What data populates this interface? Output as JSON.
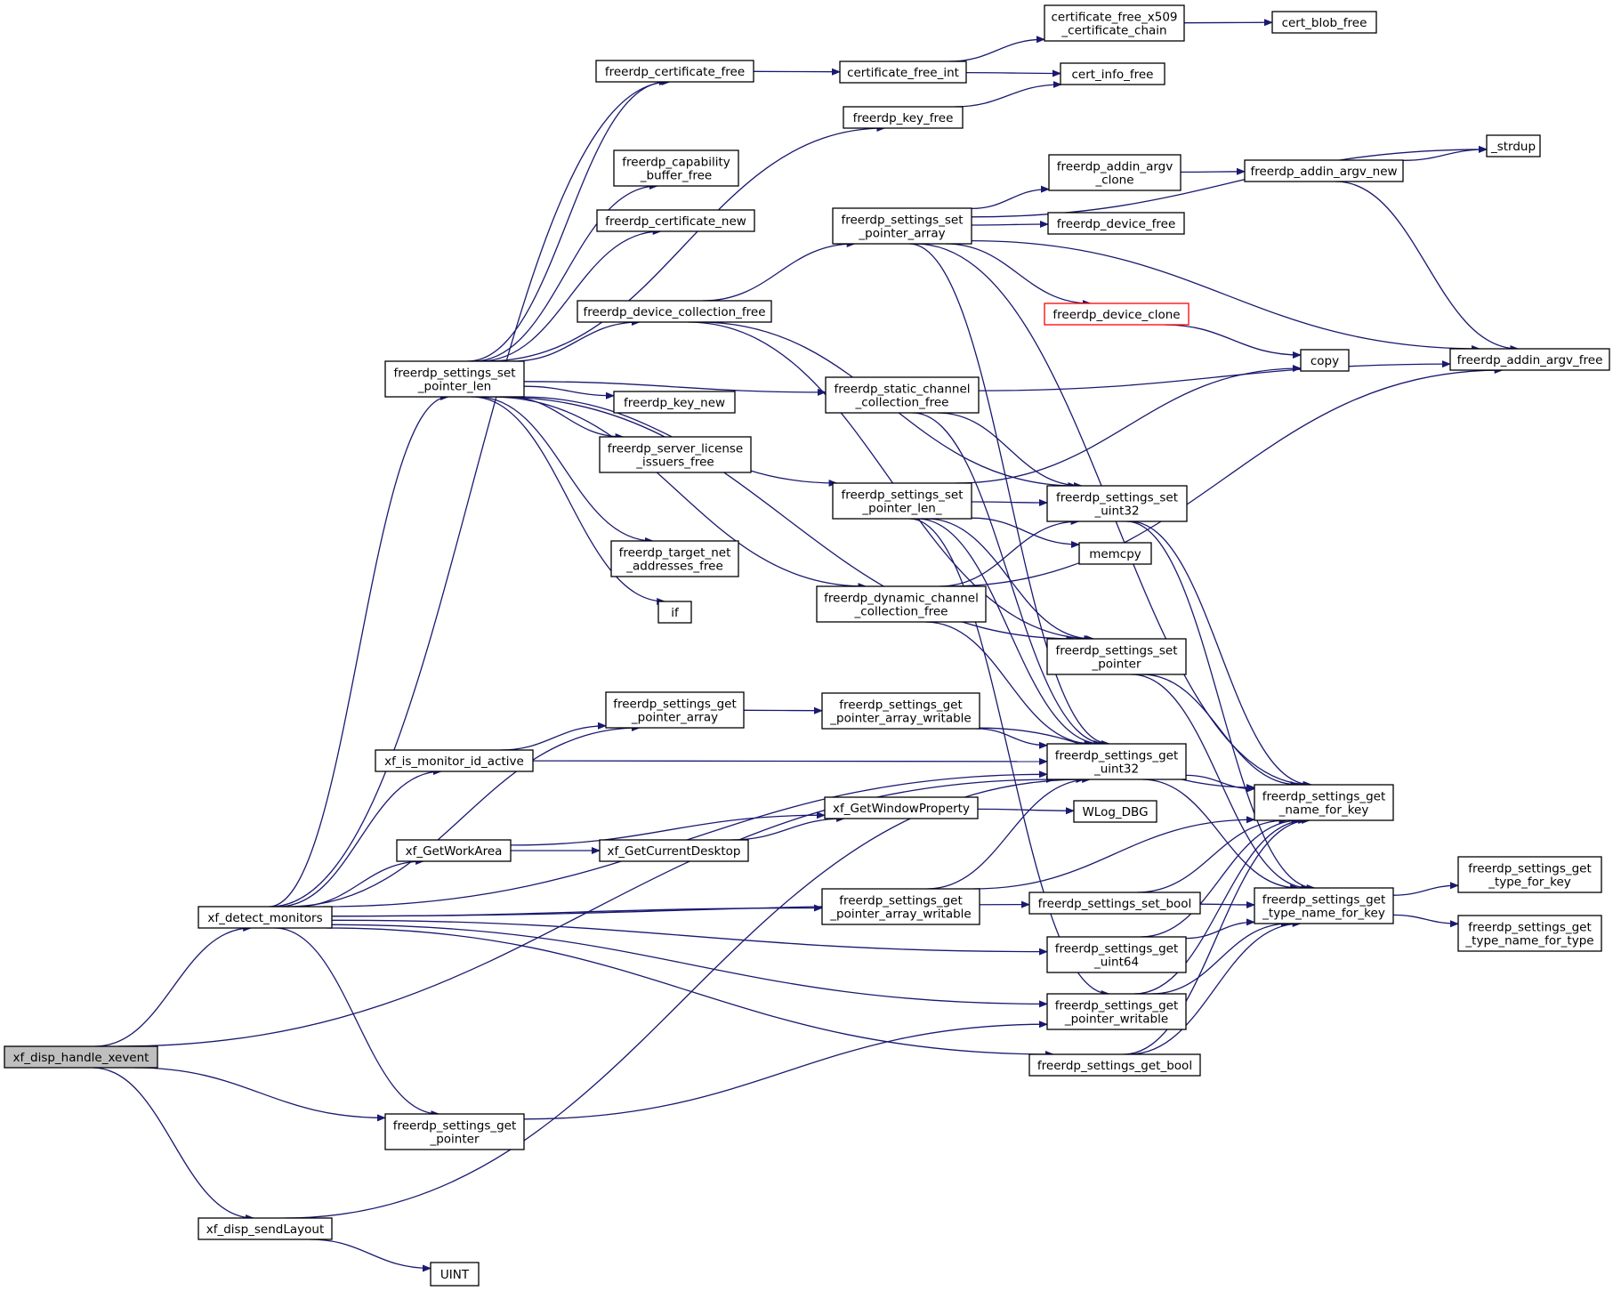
{
  "nodes": [
    {
      "id": "xf_disp_handle_xevent",
      "lines": [
        "xf_disp_handle_xevent"
      ],
      "style": "root"
    },
    {
      "id": "xf_detect_monitors",
      "lines": [
        "xf_detect_monitors"
      ]
    },
    {
      "id": "xf_disp_sendLayout",
      "lines": [
        "xf_disp_sendLayout"
      ]
    },
    {
      "id": "UINT",
      "lines": [
        "UINT"
      ]
    },
    {
      "id": "fs_get_pointer",
      "lines": [
        "freerdp_settings_get",
        "_pointer"
      ]
    },
    {
      "id": "fs_set_pointer_len",
      "lines": [
        "freerdp_settings_set",
        "_pointer_len"
      ]
    },
    {
      "id": "xf_is_monitor_id_active",
      "lines": [
        "xf_is_monitor_id_active"
      ]
    },
    {
      "id": "xf_GetWorkArea",
      "lines": [
        "xf_GetWorkArea"
      ]
    },
    {
      "id": "freerdp_certificate_free",
      "lines": [
        "freerdp_certificate_free"
      ]
    },
    {
      "id": "fs_capability_buffer_free",
      "lines": [
        "freerdp_capability",
        "_buffer_free"
      ]
    },
    {
      "id": "freerdp_certificate_new",
      "lines": [
        "freerdp_certificate_new"
      ]
    },
    {
      "id": "freerdp_device_collection_free",
      "lines": [
        "freerdp_device_collection_free"
      ]
    },
    {
      "id": "freerdp_key_new",
      "lines": [
        "freerdp_key_new"
      ]
    },
    {
      "id": "fs_server_license",
      "lines": [
        "freerdp_server_license",
        "_issuers_free"
      ]
    },
    {
      "id": "fs_target_net",
      "lines": [
        "freerdp_target_net",
        "_addresses_free"
      ]
    },
    {
      "id": "if",
      "lines": [
        "if"
      ]
    },
    {
      "id": "fs_get_pointer_array",
      "lines": [
        "freerdp_settings_get",
        "_pointer_array"
      ]
    },
    {
      "id": "xf_GetCurrentDesktop",
      "lines": [
        "xf_GetCurrentDesktop"
      ]
    },
    {
      "id": "certificate_free_int",
      "lines": [
        "certificate_free_int"
      ]
    },
    {
      "id": "freerdp_key_free",
      "lines": [
        "freerdp_key_free"
      ]
    },
    {
      "id": "fs_set_pointer_array",
      "lines": [
        "freerdp_settings_set",
        "_pointer_array"
      ]
    },
    {
      "id": "fs_static_channel",
      "lines": [
        "freerdp_static_channel",
        "_collection_free"
      ]
    },
    {
      "id": "fs_set_pointer_len_",
      "lines": [
        "freerdp_settings_set",
        "_pointer_len_"
      ]
    },
    {
      "id": "fs_dynamic_channel",
      "lines": [
        "freerdp_dynamic_channel",
        "_collection_free"
      ]
    },
    {
      "id": "fs_get_pointer_array_writable_1",
      "lines": [
        "freerdp_settings_get",
        "_pointer_array_writable"
      ]
    },
    {
      "id": "xf_GetWindowProperty",
      "lines": [
        "xf_GetWindowProperty"
      ]
    },
    {
      "id": "fs_get_pointer_array_writable_2",
      "lines": [
        "freerdp_settings_get",
        "_pointer_array_writable"
      ]
    },
    {
      "id": "certificate_free_x509",
      "lines": [
        "certificate_free_x509",
        "_certificate_chain"
      ]
    },
    {
      "id": "cert_info_free",
      "lines": [
        "cert_info_free"
      ]
    },
    {
      "id": "fa_argv_clone",
      "lines": [
        "freerdp_addin_argv",
        "_clone"
      ]
    },
    {
      "id": "freerdp_device_free",
      "lines": [
        "freerdp_device_free"
      ]
    },
    {
      "id": "freerdp_device_clone",
      "lines": [
        "freerdp_device_clone"
      ],
      "style": "red"
    },
    {
      "id": "fs_set_uint32",
      "lines": [
        "freerdp_settings_set",
        "_uint32"
      ]
    },
    {
      "id": "memcpy",
      "lines": [
        "memcpy"
      ]
    },
    {
      "id": "fs_set_pointer",
      "lines": [
        "freerdp_settings_set",
        "_pointer"
      ]
    },
    {
      "id": "fs_get_uint32",
      "lines": [
        "freerdp_settings_get",
        "_uint32"
      ]
    },
    {
      "id": "WLog_DBG",
      "lines": [
        "WLog_DBG"
      ]
    },
    {
      "id": "fs_set_bool",
      "lines": [
        "freerdp_settings_set_bool"
      ]
    },
    {
      "id": "fs_get_uint64",
      "lines": [
        "freerdp_settings_get",
        "_uint64"
      ]
    },
    {
      "id": "fs_get_pointer_writable",
      "lines": [
        "freerdp_settings_get",
        "_pointer_writable"
      ]
    },
    {
      "id": "fs_get_bool",
      "lines": [
        "freerdp_settings_get_bool"
      ]
    },
    {
      "id": "cert_blob_free",
      "lines": [
        "cert_blob_free"
      ]
    },
    {
      "id": "freerdp_addin_argv_new",
      "lines": [
        "freerdp_addin_argv_new"
      ]
    },
    {
      "id": "copy",
      "lines": [
        "copy"
      ]
    },
    {
      "id": "fs_get_name_for_key",
      "lines": [
        "freerdp_settings_get",
        "_name_for_key"
      ]
    },
    {
      "id": "fs_get_type_name_for_key",
      "lines": [
        "freerdp_settings_get",
        "_type_name_for_key"
      ]
    },
    {
      "id": "_strdup",
      "lines": [
        "_strdup"
      ]
    },
    {
      "id": "freerdp_addin_argv_free",
      "lines": [
        "freerdp_addin_argv_free"
      ]
    },
    {
      "id": "fs_get_type_for_key",
      "lines": [
        "freerdp_settings_get",
        "_type_for_key"
      ]
    },
    {
      "id": "fs_get_type_name_for_type",
      "lines": [
        "freerdp_settings_get",
        "_type_name_for_type"
      ]
    }
  ],
  "colors": {
    "edge": "#191970",
    "root_fill": "#bfbfbf",
    "highlight_border": "#ff0000",
    "border": "#000000",
    "background": "#ffffff"
  }
}
